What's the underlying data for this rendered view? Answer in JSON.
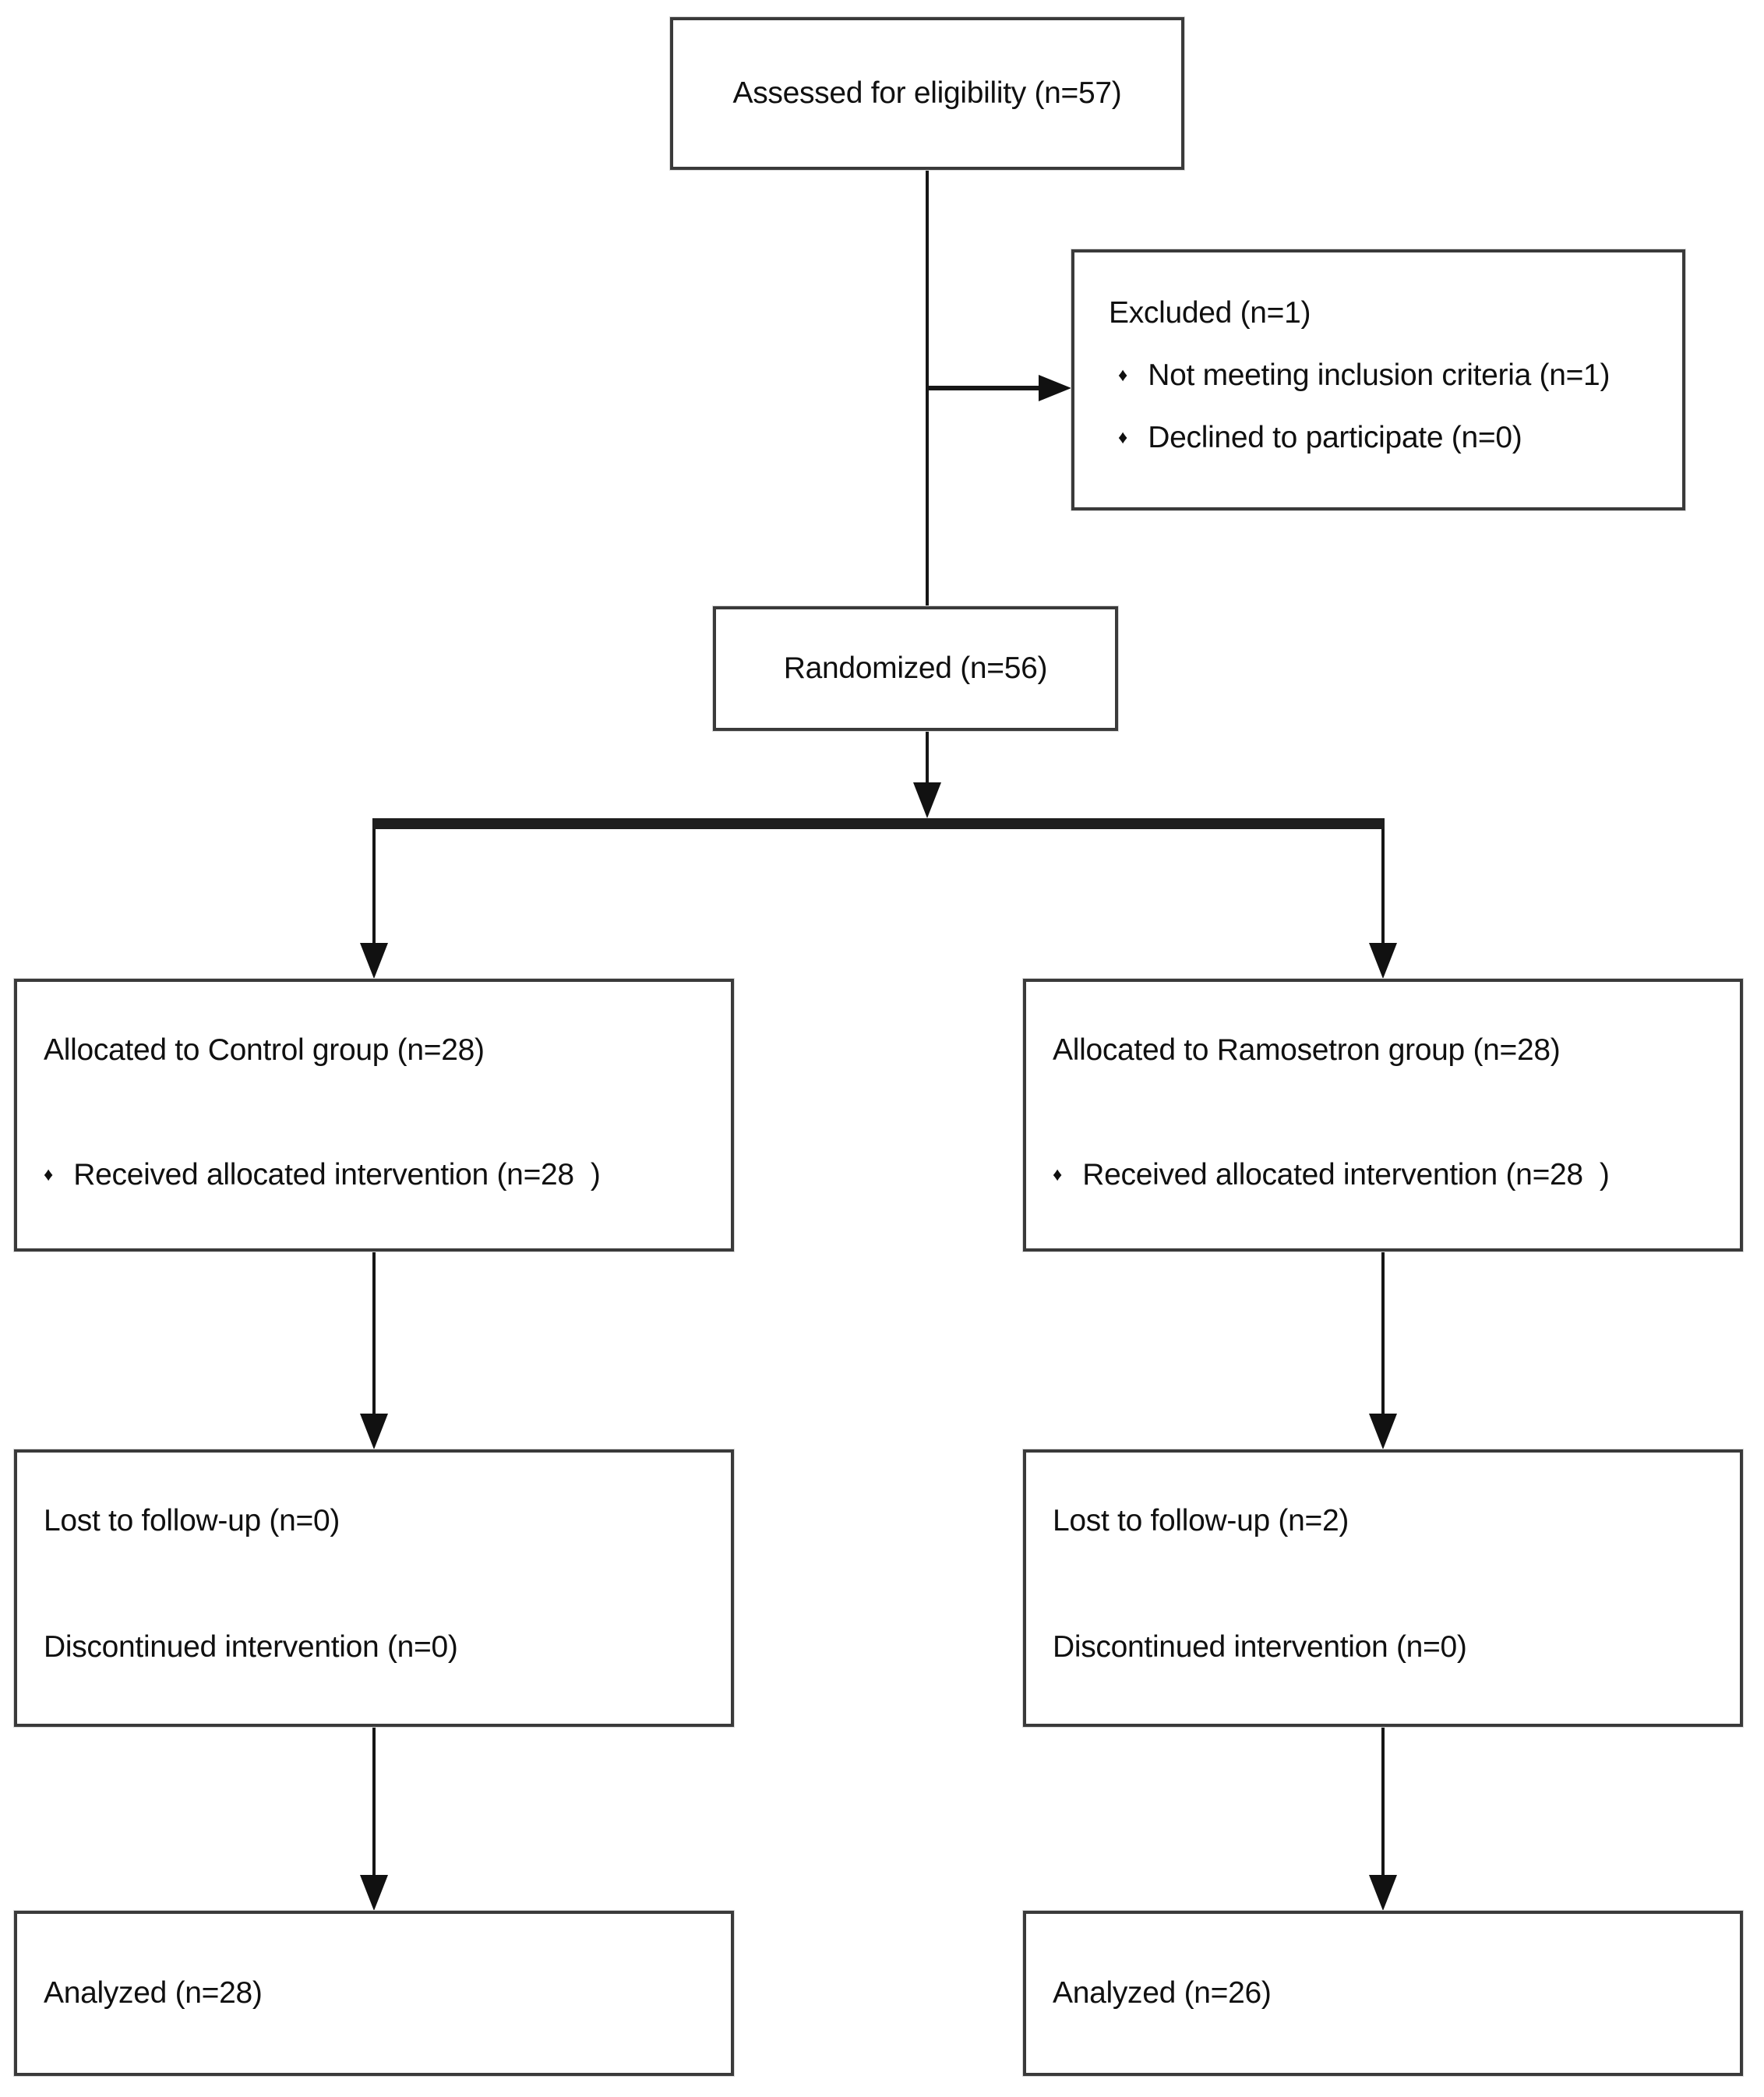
{
  "colors": {
    "background": "#ffffff",
    "box_border": "#3a3a3a",
    "connector": "#161616",
    "text": "#101010"
  },
  "glyphs": {
    "bullet": "♦"
  },
  "nodes": {
    "assessed": {
      "label": "Assessed for eligibility (n=57)"
    },
    "excluded": {
      "title": "Excluded (n=1)",
      "bullets": [
        "Not meeting inclusion criteria (n=1)",
        "Declined to participate (n=0)"
      ]
    },
    "randomized": {
      "label": "Randomized (n=56)"
    },
    "allocation_control": {
      "title": "Allocated to Control group (n=28)",
      "bullets": [
        "Received allocated intervention (n=28  )"
      ]
    },
    "allocation_ramosetron": {
      "title": "Allocated to Ramosetron group (n=28)",
      "bullets": [
        "Received allocated intervention (n=28  )"
      ]
    },
    "followup_control": {
      "lines": [
        "Lost to follow-up (n=0)",
        "Discontinued intervention (n=0)"
      ]
    },
    "followup_ramosetron": {
      "lines": [
        "Lost to follow-up (n=2)",
        "Discontinued intervention (n=0)"
      ]
    },
    "analyzed_control": {
      "label": "Analyzed (n=28)"
    },
    "analyzed_ramosetron": {
      "label": "Analyzed (n=26)"
    }
  }
}
